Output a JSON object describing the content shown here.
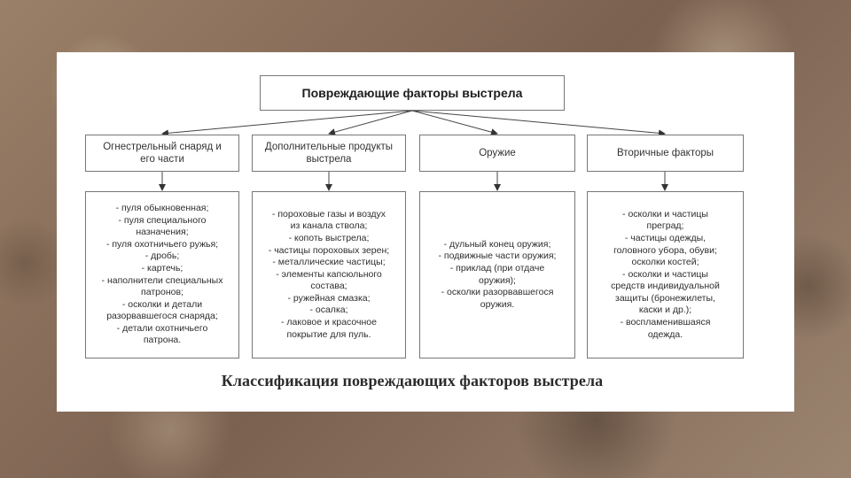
{
  "diagram": {
    "root": "Повреждающие факторы выстрела",
    "caption": "Классификация повреждающих факторов выстрела",
    "categories": [
      {
        "title_lines": [
          "Огнестрельный снаряд и",
          "его части"
        ],
        "items": [
          "- пуля обыкновенная;",
          "- пуля специального",
          "назначения;",
          "- пуля охотничьего ружья;",
          "- дробь;",
          "- картечь;",
          "- наполнители специальных",
          "патронов;",
          "- осколки и детали",
          "разорвавшегося снаряда;",
          "- детали охотничьего",
          "патрона."
        ]
      },
      {
        "title_lines": [
          "Дополнительные продукты",
          "выстрела"
        ],
        "items": [
          "- пороховые газы и воздух",
          "из канала ствола;",
          "- копоть выстрела;",
          "- частицы пороховых зерен;",
          "- металлические частицы;",
          "- элементы капсюльного",
          "состава;",
          "- ружейная смазка;",
          "- осалка;",
          "- лаковое и красочное",
          "покрытие для пуль."
        ]
      },
      {
        "title_lines": [
          "Оружие"
        ],
        "items": [
          "- дульный конец оружия;",
          "- подвижные части оружия;",
          "- приклад (при отдаче",
          "оружия);",
          "- осколки разорвавшегося",
          "оружия."
        ]
      },
      {
        "title_lines": [
          "Вторичные факторы"
        ],
        "items": [
          "- осколки и частицы",
          "преград;",
          "- частицы одежды,",
          "головного убора, обуви;",
          "осколки костей;",
          "- осколки и частицы",
          "средств индивидуальной",
          "защиты (бронежилеты,",
          "каски и др.);",
          "- воспламенившаяся",
          "одежда."
        ]
      }
    ]
  }
}
